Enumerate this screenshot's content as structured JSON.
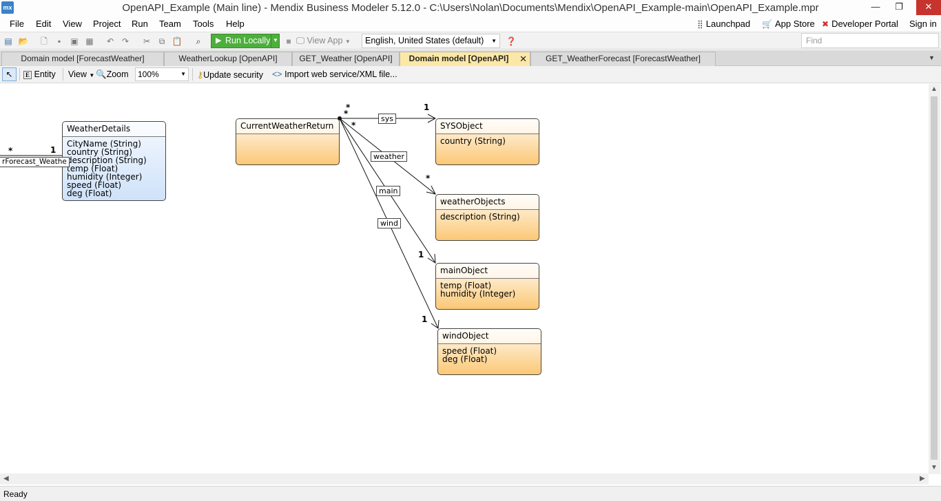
{
  "window": {
    "title": "OpenAPI_Example (Main line) - Mendix Business Modeler 5.12.0 - C:\\Users\\Nolan\\Documents\\Mendix\\OpenAPI_Example-main\\OpenAPI_Example.mpr",
    "app_icon": "mx",
    "minimize": "—",
    "restore": "❐",
    "close": "✕"
  },
  "menu": {
    "file": "File",
    "edit": "Edit",
    "view": "View",
    "project": "Project",
    "run": "Run",
    "team": "Team",
    "tools": "Tools",
    "help": "Help"
  },
  "links": {
    "launchpad": "Launchpad",
    "app_store": "App Store",
    "developer_portal": "Developer Portal",
    "sign_in": "Sign in"
  },
  "toolbar": {
    "run_locally": "Run Locally",
    "view_app": "View App",
    "language": "English, United States (default)",
    "find_placeholder": "Find"
  },
  "tabs": [
    {
      "label": "Domain model [ForecastWeather]"
    },
    {
      "label": "WeatherLookup [OpenAPI]"
    },
    {
      "label": "GET_Weather [OpenAPI]"
    },
    {
      "label": "Domain model [OpenAPI]",
      "active": true
    },
    {
      "label": "GET_WeatherForecast [ForecastWeather]"
    }
  ],
  "editor_toolbar": {
    "entity": "Entity",
    "view": "View",
    "zoom": "Zoom",
    "zoom_level": "100%",
    "update_security": "Update security",
    "import_ws": "Import web service/XML file..."
  },
  "diagram": {
    "entities": {
      "weather_details": {
        "name": "WeatherDetails",
        "attrs": [
          "CityName (String)",
          "country (String)",
          "description (String)",
          "temp (Float)",
          "humidity (Integer)",
          "speed (Float)",
          "deg (Float)"
        ]
      },
      "current_weather_return": {
        "name": "CurrentWeatherReturn",
        "attrs": []
      },
      "sys_object": {
        "name": "SYSObject",
        "attrs": [
          "country (String)"
        ]
      },
      "weather_objects": {
        "name": "weatherObjects",
        "attrs": [
          "description (String)"
        ]
      },
      "main_object": {
        "name": "mainObject",
        "attrs": [
          "temp (Float)",
          "humidity (Integer)"
        ]
      },
      "wind_object": {
        "name": "windObject",
        "attrs": [
          "speed (Float)",
          "deg (Float)"
        ]
      }
    },
    "associations": {
      "forecast": "rForecast_Weathe",
      "sys": "sys",
      "weather": "weather",
      "main": "main",
      "wind": "wind"
    },
    "multiplicity": {
      "many": "*",
      "one": "1"
    }
  },
  "status": "Ready",
  "colors": {
    "run_green": "#4caf3c",
    "active_tab": "#fce8a6",
    "entity_blue": "#cfe2fa",
    "entity_orange": "#fbc876"
  }
}
